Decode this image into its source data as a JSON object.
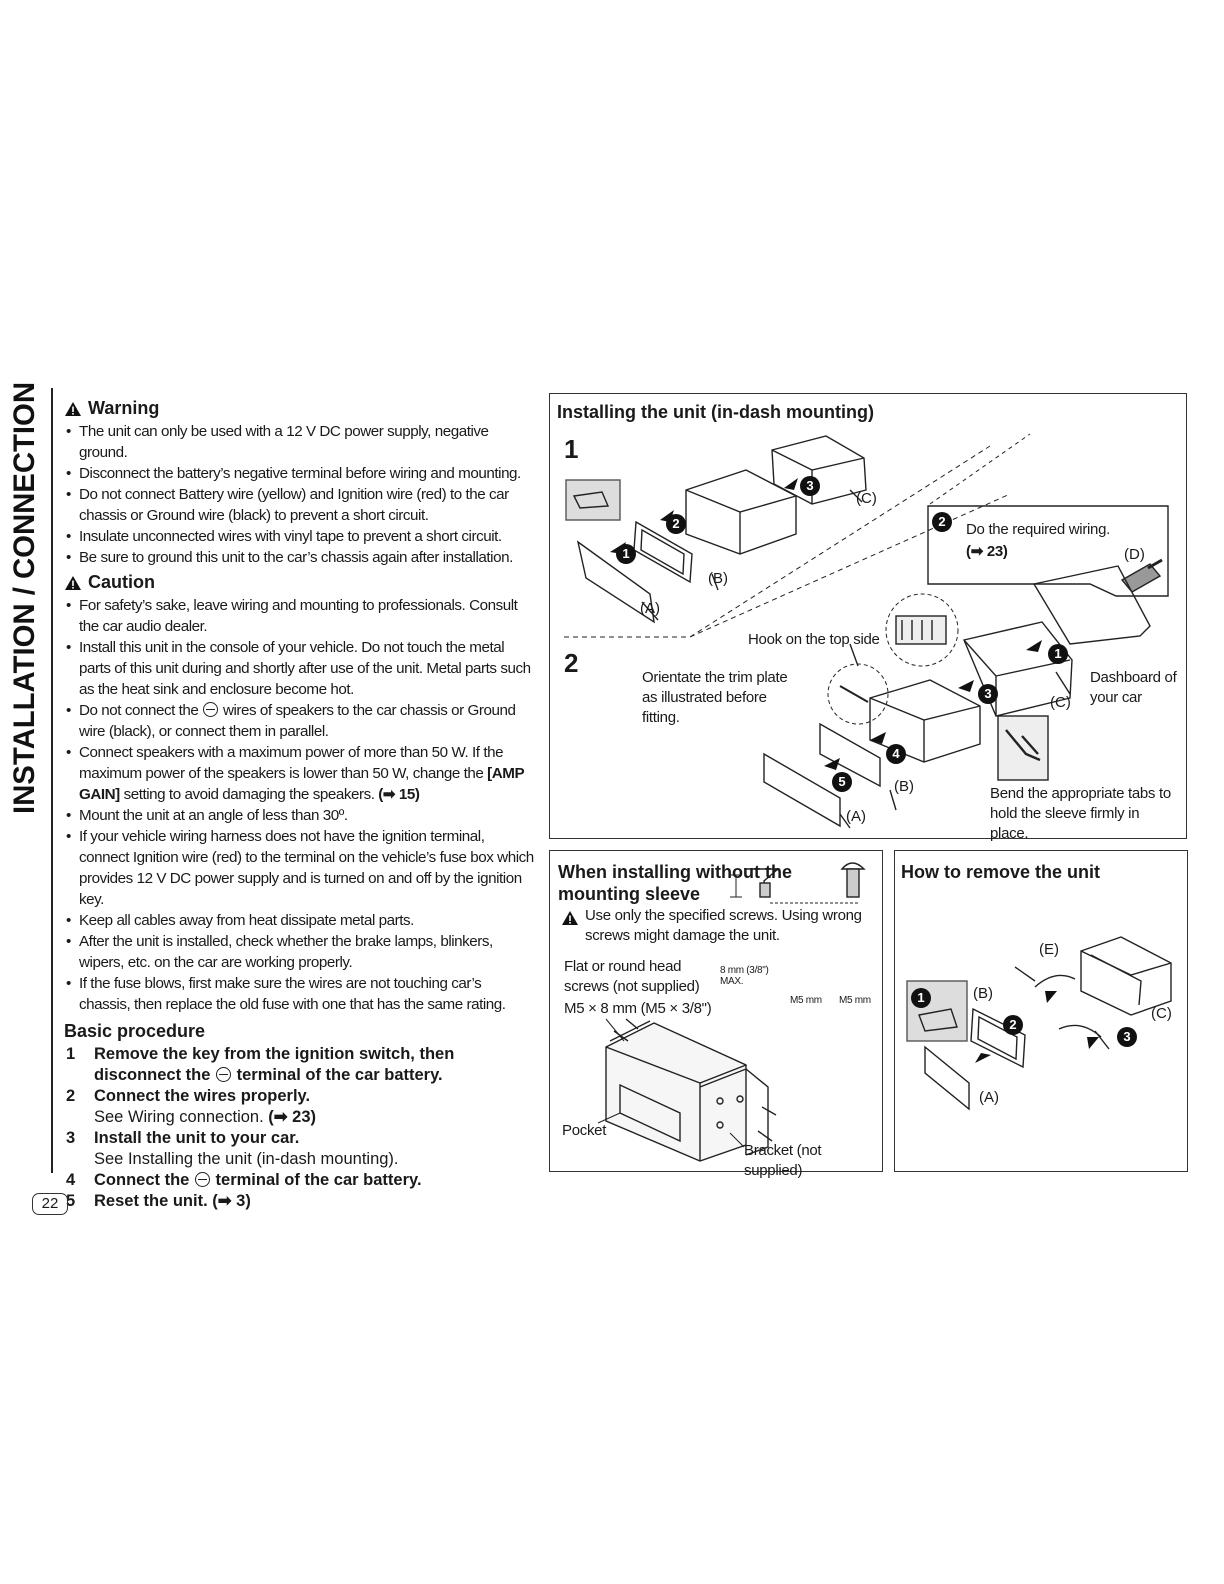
{
  "side_title": "INSTALLATION / CONNECTION",
  "page_number": "22",
  "warning": {
    "title": "Warning",
    "items": [
      "The unit can only be used with a 12 V DC power supply, negative ground.",
      "Disconnect the battery’s negative terminal before wiring and mounting.",
      "Do not connect Battery wire (yellow) and Ignition wire (red) to the car chassis or Ground wire (black) to prevent a short circuit.",
      "Insulate unconnected wires with vinyl tape to prevent a short circuit.",
      "Be sure to ground this unit to the car’s chassis again after installation."
    ]
  },
  "caution": {
    "title": "Caution",
    "item1": "For safety’s sake, leave wiring and mounting to professionals. Consult the car audio dealer.",
    "item2": "Install this unit in the console of your vehicle. Do not touch the metal parts of this unit during and shortly after use of the unit. Metal parts such as the heat sink and enclosure become hot.",
    "item3_a": "Do not connect the",
    "item3_b": "wires of speakers to the car chassis or Ground wire (black), or connect them in parallel.",
    "item4_a": "Connect speakers with a maximum power of more than 50 W. If the maximum power of the speakers is lower than 50 W, change the",
    "item4_key": "[AMP GAIN]",
    "item4_b": "setting to avoid damaging the speakers.",
    "item4_ref": "(➡ 15)",
    "item5": "Mount the unit at an angle of less than 30º.",
    "item6": "If your vehicle wiring harness does not have the ignition terminal, connect Ignition wire (red) to the terminal on the vehicle’s fuse box which provides 12 V DC power supply and is turned on and off by the ignition key.",
    "item7": "Keep all cables away from heat dissipate metal parts.",
    "item8": "After the unit is installed, check whether the brake lamps, blinkers, wipers, etc. on the car are working properly.",
    "item9": "If the fuse blows, first make sure the wires are not touching car’s chassis, then replace the old fuse with one that has the same rating."
  },
  "basic_procedure": {
    "title": "Basic procedure",
    "s1_num": "1",
    "s1_a": "Remove the key from the ignition switch, then disconnect the",
    "s1_b": "terminal of the car battery.",
    "s2_num": "2",
    "s2": "Connect the wires properly.",
    "s2_sub": "See Wiring connection.",
    "s2_ref": "(➡ 23)",
    "s3_num": "3",
    "s3": "Install the unit to your car.",
    "s3_sub": "See Installing the unit (in-dash mounting).",
    "s4_num": "4",
    "s4_a": "Connect the",
    "s4_b": "terminal of the car battery.",
    "s5_num": "5",
    "s5": "Reset the unit.",
    "s5_ref": "(➡ 3)"
  },
  "install_box": {
    "title": "Installing the unit (in-dash mounting)",
    "step1": "1",
    "step2": "2",
    "wiring_circle": "2",
    "wiring_text": "Do the required wiring.",
    "wiring_ref": "(➡ 23)",
    "d_label": "(D)",
    "hook_text": "Hook on the top side",
    "orientate_text": "Orientate the trim plate as illustrated before fitting.",
    "dashboard_text": "Dashboard of your car",
    "bend_text": "Bend the appropriate tabs to hold the sleeve firmly in place.",
    "label_a": "(A)",
    "label_b": "(B)",
    "label_c": "(C)",
    "c1": "1",
    "c2": "2",
    "c3": "3",
    "c4": "4",
    "c5": "5"
  },
  "nosleeve_box": {
    "title": "When installing without the mounting sleeve",
    "caution": "Use only the specified screws. Using wrong screws might damage the unit.",
    "screws_text": "Flat or round head screws (not supplied)",
    "screws_size": "M5 × 8 mm (M5 × 3/8\")",
    "dim_max": "8 mm (3/8\") MAX.",
    "m5_1": "M5 mm",
    "m5_2": "M5 mm",
    "pocket": "Pocket",
    "bracket": "Bracket (not supplied)"
  },
  "remove_box": {
    "title": "How to remove the unit",
    "label_a": "(A)",
    "label_b": "(B)",
    "label_c": "(C)",
    "label_e": "(E)",
    "c1": "1",
    "c2": "2",
    "c3": "3"
  }
}
